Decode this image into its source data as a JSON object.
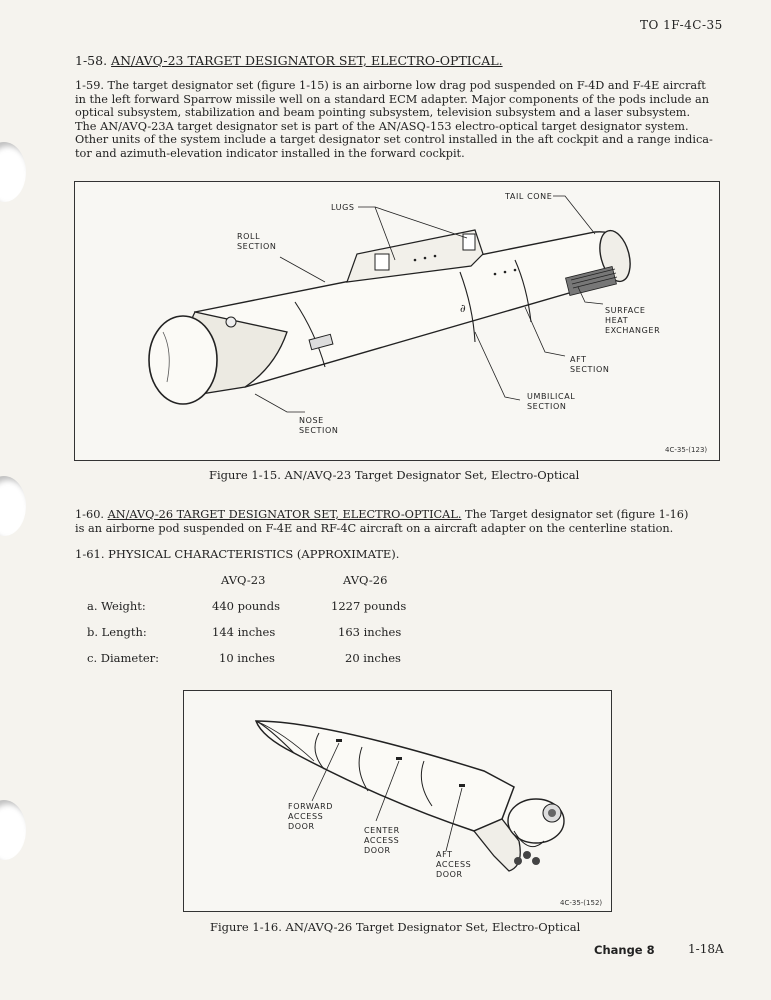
{
  "header": {
    "doc_id": "TO 1F-4C-35"
  },
  "section_158": {
    "number": "1-58.",
    "title": "AN/AVQ-23 TARGET DESIGNATOR SET, ELECTRO-OPTICAL."
  },
  "para_159": {
    "lines": [
      "1-59.  The target designator set (figure 1-15) is an airborne low drag pod suspended on F-4D and F-4E aircraft",
      "in the left forward Sparrow missile well on a standard ECM adapter.  Major components of the pods include an",
      "optical subsystem, stabilization and beam pointing subsystem, television subsystem and a laser subsystem.",
      "The AN/AVQ-23A target designator set is part of the AN/ASQ-153 electro-optical target designator system.",
      "Other units of the system include a target designator set control installed in the aft cockpit and a range indica-",
      "tor and azimuth-elevation indicator installed in the forward cockpit."
    ]
  },
  "figure_115": {
    "callouts": {
      "lugs": "LUGS",
      "tail_cone": "TAIL CONE",
      "roll_1": "ROLL",
      "roll_2": "SECTION",
      "surface_1": "SURFACE",
      "surface_2": "HEAT",
      "surface_3": "EXCHANGER",
      "aft_1": "AFT",
      "aft_2": "SECTION",
      "umbilical_1": "UMBILICAL",
      "umbilical_2": "SECTION",
      "nose_1": "NOSE",
      "nose_2": "SECTION"
    },
    "fig_code": "4C-35-(123)",
    "caption": "Figure 1-15.  AN/AVQ-23 Target Designator Set, Electro-Optical"
  },
  "para_160": {
    "number": "1-60.",
    "title": "AN/AVQ-26 TARGET DESIGNATOR SET, ELECTRO-OPTICAL.",
    "text_a": " The Target designator set (figure 1-16)",
    "text_b": "is an airborne pod suspended on F-4E and RF-4C aircraft on a aircraft adapter on the centerline station."
  },
  "para_161": {
    "title": "1-61.  PHYSICAL CHARACTERISTICS (APPROXIMATE).",
    "col_headers": [
      "AVQ-23",
      "AVQ-26"
    ],
    "rows": [
      {
        "label": "a. Weight:",
        "avq23": "440 pounds",
        "avq26": "1227 pounds"
      },
      {
        "label": "b. Length:",
        "avq23": "144 inches",
        "avq26": "163 inches"
      },
      {
        "label": "c. Diameter:",
        "avq23": "10 inches",
        "avq26": "20 inches"
      }
    ]
  },
  "figure_116": {
    "callouts": {
      "fwd_1": "FORWARD",
      "fwd_2": "ACCESS",
      "fwd_3": "DOOR",
      "ctr_1": "CENTER",
      "ctr_2": "ACCESS",
      "ctr_3": "DOOR",
      "aft_1": "AFT",
      "aft_2": "ACCESS",
      "aft_3": "DOOR"
    },
    "fig_code": "4C-35-(152)",
    "caption": "Figure 1-16.  AN/AVQ-26 Target Designator Set, Electro-Optical"
  },
  "footer": {
    "change": "Change 8",
    "page": "1-18A"
  }
}
